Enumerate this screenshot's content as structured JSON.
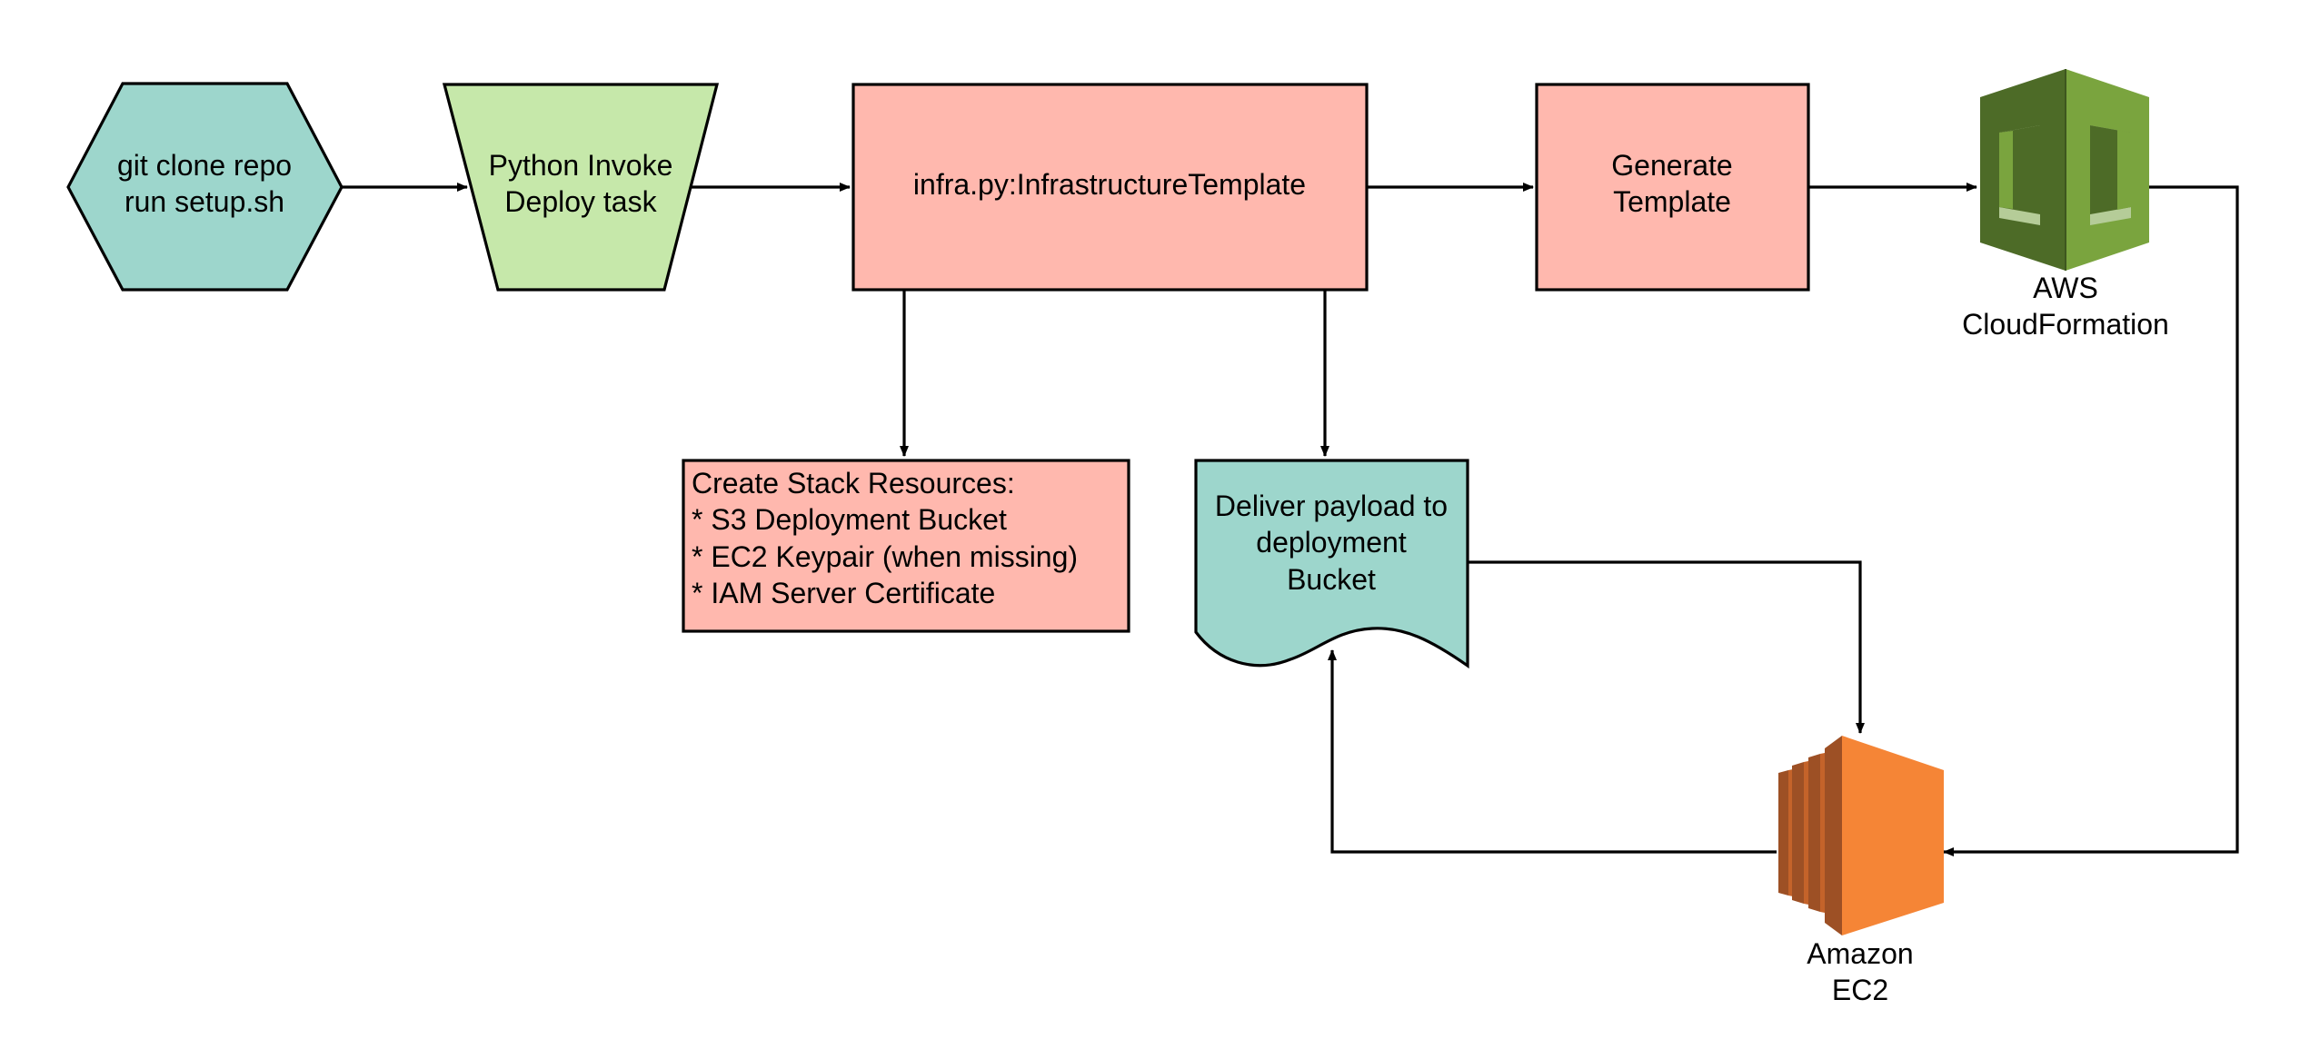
{
  "colors": {
    "teal": "#9dd6cc",
    "green": "#c6e8aa",
    "salmon": "#ffb8ae",
    "cfn_light": "#7aa43e",
    "cfn_dark": "#4d6b27",
    "cfn_pale": "#b5cc98",
    "ec2_light": "#f58536",
    "ec2_dark": "#9d5025",
    "ec2_mid": "#c4632a"
  },
  "nodes": {
    "git_clone": {
      "line1": "git clone repo",
      "line2": "run setup.sh"
    },
    "invoke_deploy": {
      "line1": "Python Invoke",
      "line2": "Deploy task"
    },
    "infra_template": {
      "label": "infra.py:InfrastructureTemplate"
    },
    "generate_template": {
      "line1": "Generate",
      "line2": "Template"
    },
    "cloudformation": {
      "icon": "aws-cloudformation-icon",
      "line1": "AWS",
      "line2": "CloudFormation"
    },
    "stack_resources": {
      "line1": "Create Stack Resources:",
      "line2": "* S3 Deployment Bucket",
      "line3": "* EC2 Keypair  (when missing)",
      "line4": "* IAM Server Certificate"
    },
    "deliver_payload": {
      "line1": "Deliver payload to",
      "line2": "deployment",
      "line3": "Bucket"
    },
    "ec2": {
      "icon": "amazon-ec2-icon",
      "line1": "Amazon",
      "line2": "EC2"
    }
  },
  "edges": [
    {
      "from": "git_clone",
      "to": "invoke_deploy"
    },
    {
      "from": "invoke_deploy",
      "to": "infra_template"
    },
    {
      "from": "infra_template",
      "to": "generate_template"
    },
    {
      "from": "generate_template",
      "to": "cloudformation"
    },
    {
      "from": "infra_template",
      "to": "stack_resources"
    },
    {
      "from": "infra_template",
      "to": "deliver_payload"
    },
    {
      "from": "cloudformation",
      "to": "ec2"
    },
    {
      "from": "deliver_payload",
      "to": "ec2"
    },
    {
      "from": "ec2",
      "to": "deliver_payload"
    }
  ]
}
